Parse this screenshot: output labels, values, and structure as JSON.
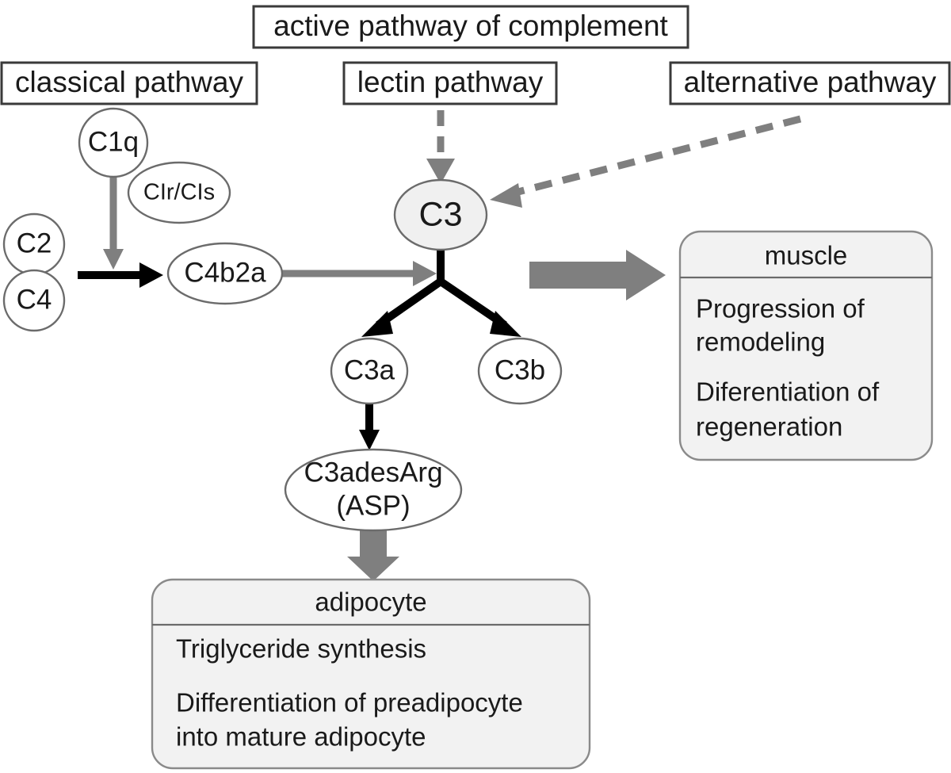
{
  "diagram": {
    "title_box": {
      "label": "active pathway of complement"
    },
    "pathway_boxes": [
      {
        "id": "classical",
        "label": "classical pathway"
      },
      {
        "id": "lectin",
        "label": "lectin pathway"
      },
      {
        "id": "alternative",
        "label": "alternative pathway"
      }
    ],
    "nodes": [
      {
        "id": "c1q",
        "label": "C1q"
      },
      {
        "id": "c1r_c1s",
        "label": "CIr/CIs"
      },
      {
        "id": "c2",
        "label": "C2"
      },
      {
        "id": "c4",
        "label": "C4"
      },
      {
        "id": "c4b2a",
        "label": "C4b2a"
      },
      {
        "id": "c3",
        "label": "C3"
      },
      {
        "id": "c3a",
        "label": "C3a"
      },
      {
        "id": "c3b",
        "label": "C3b"
      },
      {
        "id": "c3adesarg",
        "label_line1": "C3adesArg",
        "label_line2": "(ASP)"
      }
    ],
    "panels": [
      {
        "id": "muscle",
        "title": "muscle",
        "items": [
          {
            "line1": "Progression of",
            "line2": "remodeling"
          },
          {
            "line1": "Diferentiation of",
            "line2": "regeneration"
          }
        ]
      },
      {
        "id": "adipocyte",
        "title": "adipocyte",
        "items": [
          {
            "line1": "Triglyceride synthesis",
            "line2": ""
          },
          {
            "line1": "Differentiation of preadipocyte",
            "line2": "into mature adipocyte"
          }
        ]
      }
    ],
    "colors": {
      "box_border": "#3a3a3a",
      "node_border": "#6b6b6b",
      "node_fill_highlight": "#f0f0f0",
      "panel_fill": "#f2f2f2",
      "panel_border": "#8a8a8a",
      "arrow_black": "#000000",
      "arrow_gray": "#7f7f7f",
      "text": "#1a1a1a",
      "background": "#ffffff"
    }
  }
}
